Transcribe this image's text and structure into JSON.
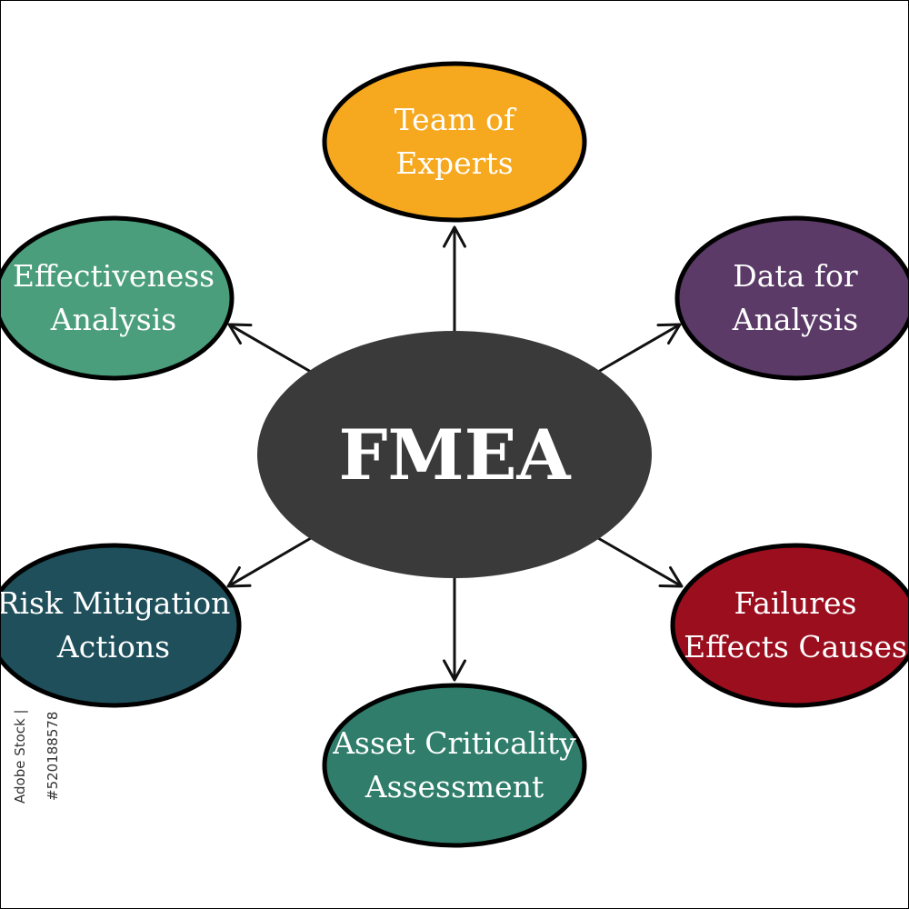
{
  "diagram": {
    "center": {
      "label": "FMEA",
      "color": "#3a3a3a"
    },
    "nodes": [
      {
        "id": "team",
        "lines": [
          "Team of",
          "Experts"
        ],
        "color": "#f6a81e"
      },
      {
        "id": "data",
        "lines": [
          "Data for",
          "Analysis"
        ],
        "color": "#5b3a67"
      },
      {
        "id": "failures",
        "lines": [
          "Failures",
          "Effects Causes"
        ],
        "color": "#9b0e1e"
      },
      {
        "id": "asset",
        "lines": [
          "Asset Criticality",
          "Assessment"
        ],
        "color": "#2f7d6a"
      },
      {
        "id": "risk",
        "lines": [
          "Risk Mitigation",
          "Actions"
        ],
        "color": "#1e4f5b"
      },
      {
        "id": "effectiveness",
        "lines": [
          "Effectiveness",
          "Analysis"
        ],
        "color": "#4a9e7b"
      }
    ]
  },
  "watermark": {
    "stock_id": "Adobe Stock | #520188578"
  }
}
